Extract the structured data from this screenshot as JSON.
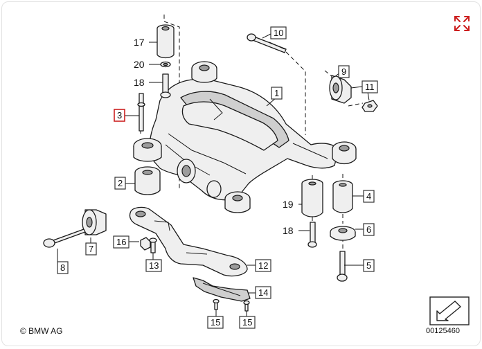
{
  "labels": {
    "p1": "1",
    "p2": "2",
    "p3": "3",
    "p4": "4",
    "p5": "5",
    "p6": "6",
    "p7": "7",
    "p8": "8",
    "p9": "9",
    "p10": "10",
    "p11": "11",
    "p12": "12",
    "p13": "13",
    "p14": "14",
    "p15a": "15",
    "p15b": "15",
    "p16": "16",
    "p17": "17",
    "p18a": "18",
    "p18b": "18",
    "p19": "19",
    "p20": "20"
  },
  "footer": {
    "copyright": "© BMW AG",
    "document_number": "00125460"
  },
  "colors": {
    "selected_outline": "#cc1f1f",
    "expand_icon": "#cc1f1f"
  },
  "icons": [
    "expand-icon",
    "arrow-icon"
  ]
}
